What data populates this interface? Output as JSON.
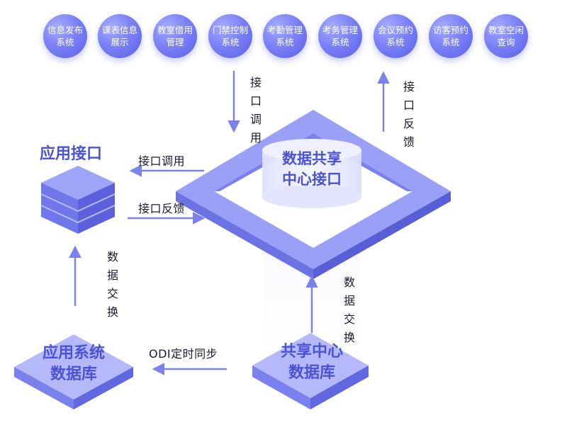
{
  "services": [
    {
      "label": "信息发布系统"
    },
    {
      "label": "课表信息展示"
    },
    {
      "label": "教室借用管理"
    },
    {
      "label": "门禁控制系统"
    },
    {
      "label": "考勤管理系统"
    },
    {
      "label": "考务管理系统"
    },
    {
      "label": "会议预约系统"
    },
    {
      "label": "访客预约系统"
    },
    {
      "label": "教室空闲查询"
    }
  ],
  "hub": {
    "title_line1": "数据共享",
    "title_line2": "中心接口"
  },
  "app_interface": {
    "title": "应用接口"
  },
  "app_db": {
    "title_line1": "应用系统",
    "title_line2": "数据库"
  },
  "shared_db": {
    "title_line1": "共享中心",
    "title_line2": "数据库"
  },
  "labels": {
    "top_call": "接口调用",
    "top_feedback": "接口反馈",
    "left_call": "接口调用",
    "left_feedback": "接口反馈",
    "left_exchange": "数据交换",
    "right_exchange": "数据交换",
    "odi_sync": "ODI定时同步"
  },
  "colors": {
    "accent": "#6c72f0",
    "arrow": "#7c82ec",
    "title": "#4b52d6"
  }
}
